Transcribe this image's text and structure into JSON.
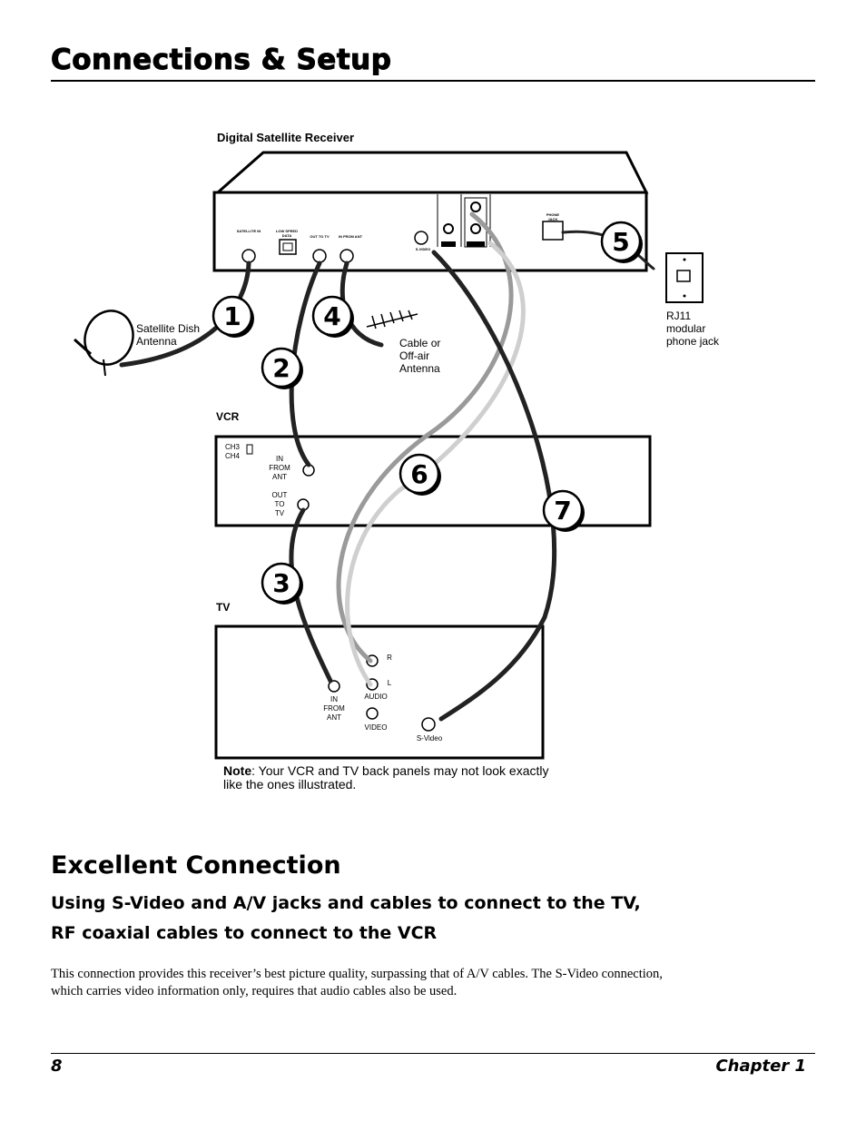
{
  "header": {
    "title": "Connections & Setup"
  },
  "diagram": {
    "receiver_label": "Digital Satellite Receiver",
    "receiver_ports": {
      "satellite_in": "SATELLITE IN",
      "low_speed_data": "LOW SPEED DATA",
      "out_to_tv": "OUT TO TV",
      "in_from_ant": "IN FROM ANT",
      "s_video": "S-VIDEO",
      "phone_jack": "PHONE JACK"
    },
    "satellite_dish_label": "Satellite Dish\nAntenna",
    "antenna_label": "Cable or\nOff-air\nAntenna",
    "phone_jack_label": "RJ11\nmodular\nphone jack",
    "vcr_label": "VCR",
    "vcr_channel": "CH3\nCH4",
    "vcr_in": "IN\nFROM\nANT",
    "vcr_out": "OUT\nTO\nTV",
    "tv_label": "TV",
    "tv_in": "IN\nFROM\nANT",
    "tv_audio": "AUDIO",
    "tv_video": "VIDEO",
    "tv_r": "R",
    "tv_l": "L",
    "tv_svideo": "S-Video",
    "steps": [
      "1",
      "2",
      "3",
      "4",
      "5",
      "6",
      "7"
    ]
  },
  "note": {
    "label": "Note",
    "text": ": Your VCR and TV back panels may not look exactly like the ones illustrated."
  },
  "section": {
    "title": "Excellent Connection",
    "subtitle_line1": "Using S-Video and A/V jacks and cables to connect to the TV,",
    "subtitle_line2": "RF coaxial cables to connect to the VCR",
    "body": "This connection provides this receiver’s best picture quality, surpassing that of A/V cables. The S-Video connection, which carries video information only, requires that audio cables also be used."
  },
  "footer": {
    "page_number": "8",
    "chapter": "Chapter 1"
  }
}
